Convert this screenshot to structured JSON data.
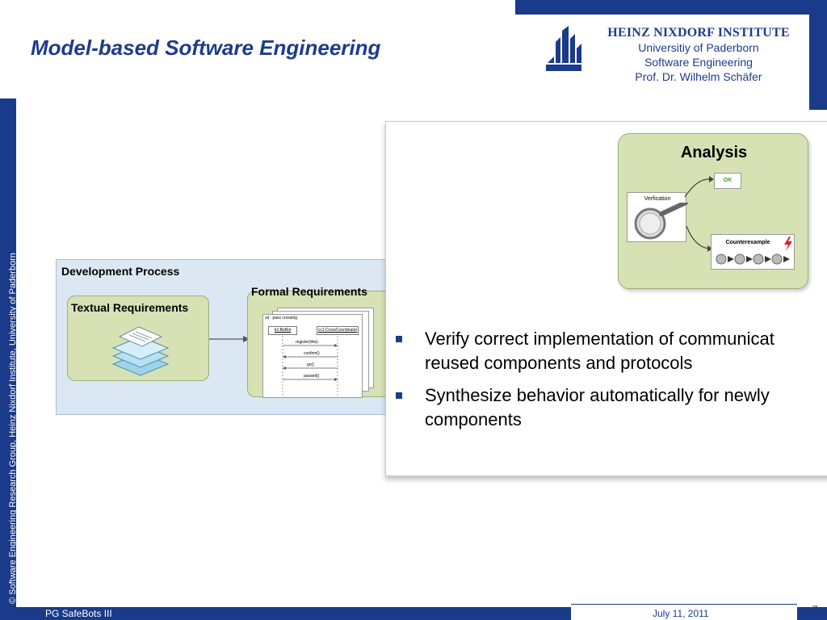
{
  "slide": {
    "title": "Model-based Software Engineering",
    "page_number": "7"
  },
  "institute": {
    "name": "HEINZ NIXDORF INSTITUTE",
    "line1": "Universitiy of Paderborn",
    "line2": "Software Engineering",
    "line3": "Prof. Dr. Wilhelm Schäfer"
  },
  "sidebar": {
    "copyright": "© Software Engineering Research Group, Heinz Nixdorf Institute, University of Paderborn"
  },
  "footer": {
    "course": "PG SafeBots III",
    "date": "July 11, 2011"
  },
  "development_process": {
    "title": "Development Process",
    "textual_requirements": "Textual Requirements",
    "formal_requirements": "Formal Requirements",
    "sequence": {
      "header": "sd : pass crossing",
      "lifeline_a": "b1:BeBot",
      "lifeline_b": "cc1:CrossCoordinator",
      "messages": [
        "register(this)",
        "confirm()",
        "go()",
        "passed()"
      ]
    }
  },
  "analysis": {
    "title": "Analysis",
    "verification": "Verfication",
    "ok": "OK",
    "counterexample": "Counterexample"
  },
  "bullets": [
    "Verify correct implementation of communicat",
    "reused components and protocols",
    "Synthesize behavior automatically for newly",
    "components"
  ],
  "colors": {
    "brand_blue": "#1a3a8a",
    "title_blue": "#1e3c8c",
    "panel_blue": "#dbe8f3",
    "box_green": "#d6e2b3"
  }
}
